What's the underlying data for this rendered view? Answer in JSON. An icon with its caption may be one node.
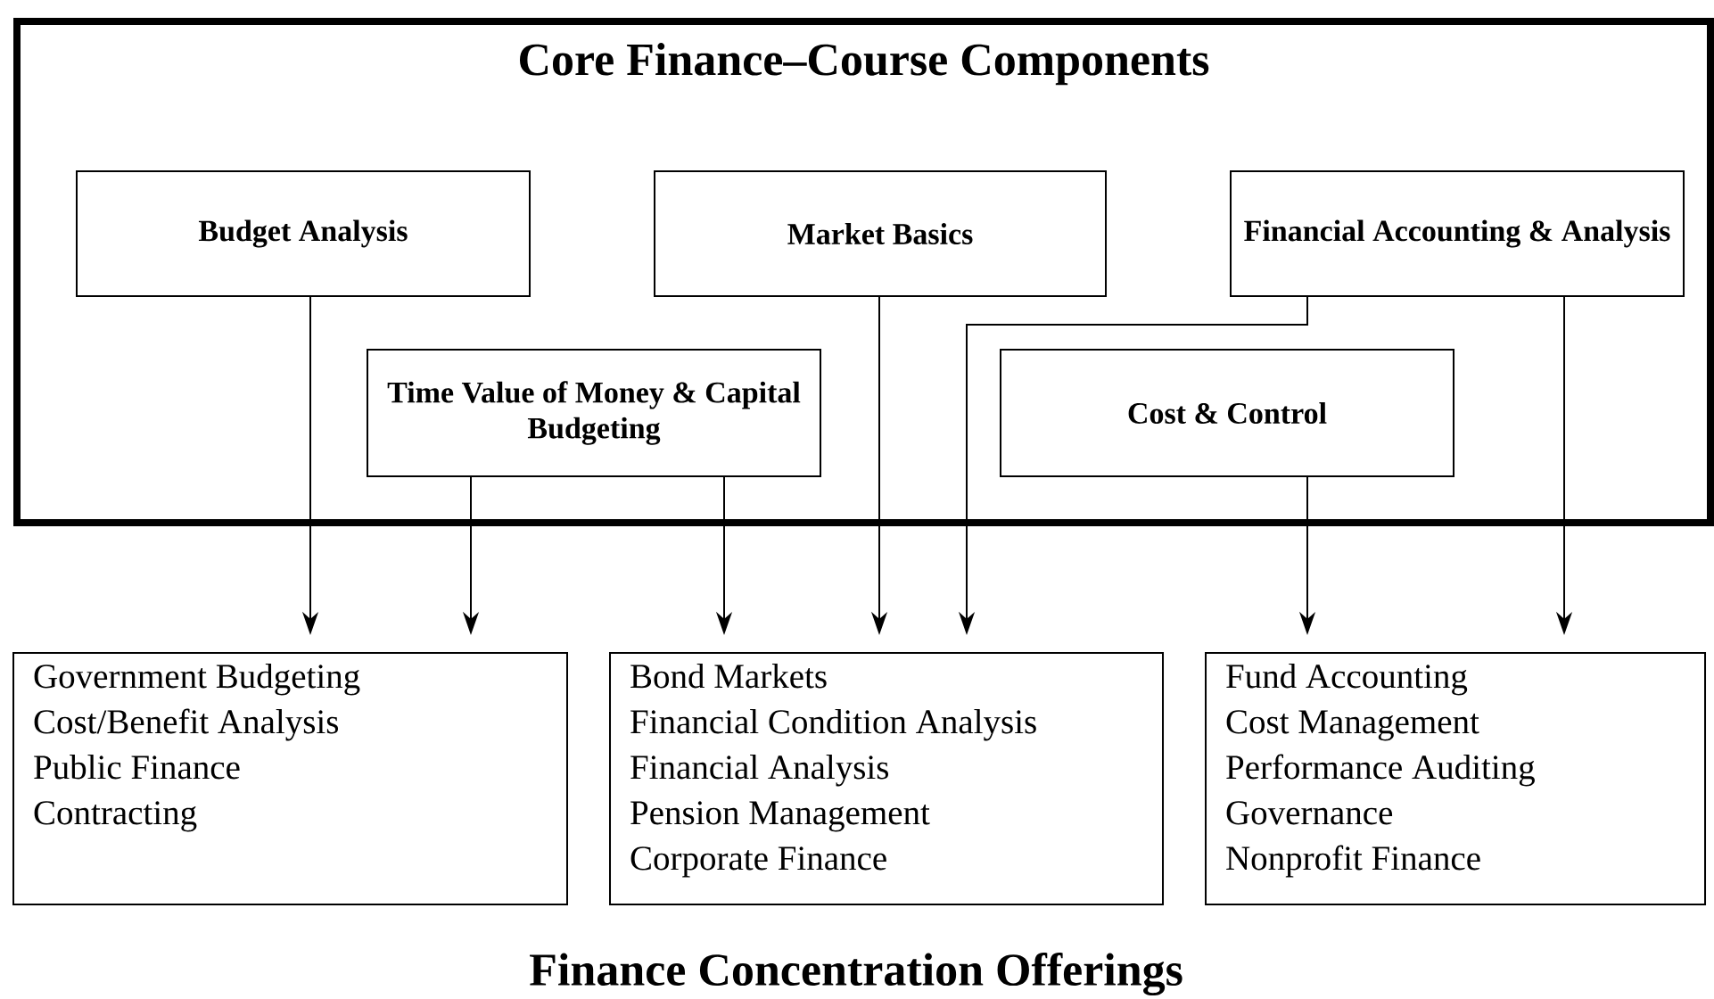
{
  "diagram": {
    "caption": "Finance Concentration Offerings",
    "nodes": [
      {
        "text": [
          "Core Finance–Course Components"
        ]
      },
      {
        "text": [
          "Budget Analysis"
        ],
        "in": 0
      },
      {
        "text": [
          "Market Basics"
        ],
        "in": 0
      },
      {
        "text": [
          "Financial Accounting & Analysis"
        ],
        "in": 0
      },
      {
        "text": [
          "Time Value of Money & Capital Budgeting"
        ],
        "in": 0
      },
      {
        "text": [
          "Cost & Control"
        ],
        "in": 0
      },
      {
        "text": [
          "Government Budgeting",
          "Cost/Benefit Analysis",
          "Public Finance",
          "Contracting"
        ]
      },
      {
        "text": [
          "Bond Markets",
          "Financial Condition Analysis",
          "Financial Analysis",
          "Pension Management",
          "Corporate Finance"
        ]
      },
      {
        "text": [
          "Fund Accounting",
          "Cost Management",
          "Performance Auditing",
          "Governance",
          "Nonprofit Finance"
        ]
      }
    ],
    "edges": [
      {
        "from": 1,
        "to": 6,
        "arrow": "to"
      },
      {
        "from": 4,
        "to": 6,
        "arrow": "to"
      },
      {
        "from": 4,
        "to": 7,
        "arrow": "to"
      },
      {
        "from": 2,
        "to": 7,
        "arrow": "to"
      },
      {
        "from": 3,
        "to": 7,
        "arrow": "to"
      },
      {
        "from": 5,
        "to": 8,
        "arrow": "to"
      },
      {
        "from": 3,
        "to": 8,
        "arrow": "to"
      }
    ]
  }
}
